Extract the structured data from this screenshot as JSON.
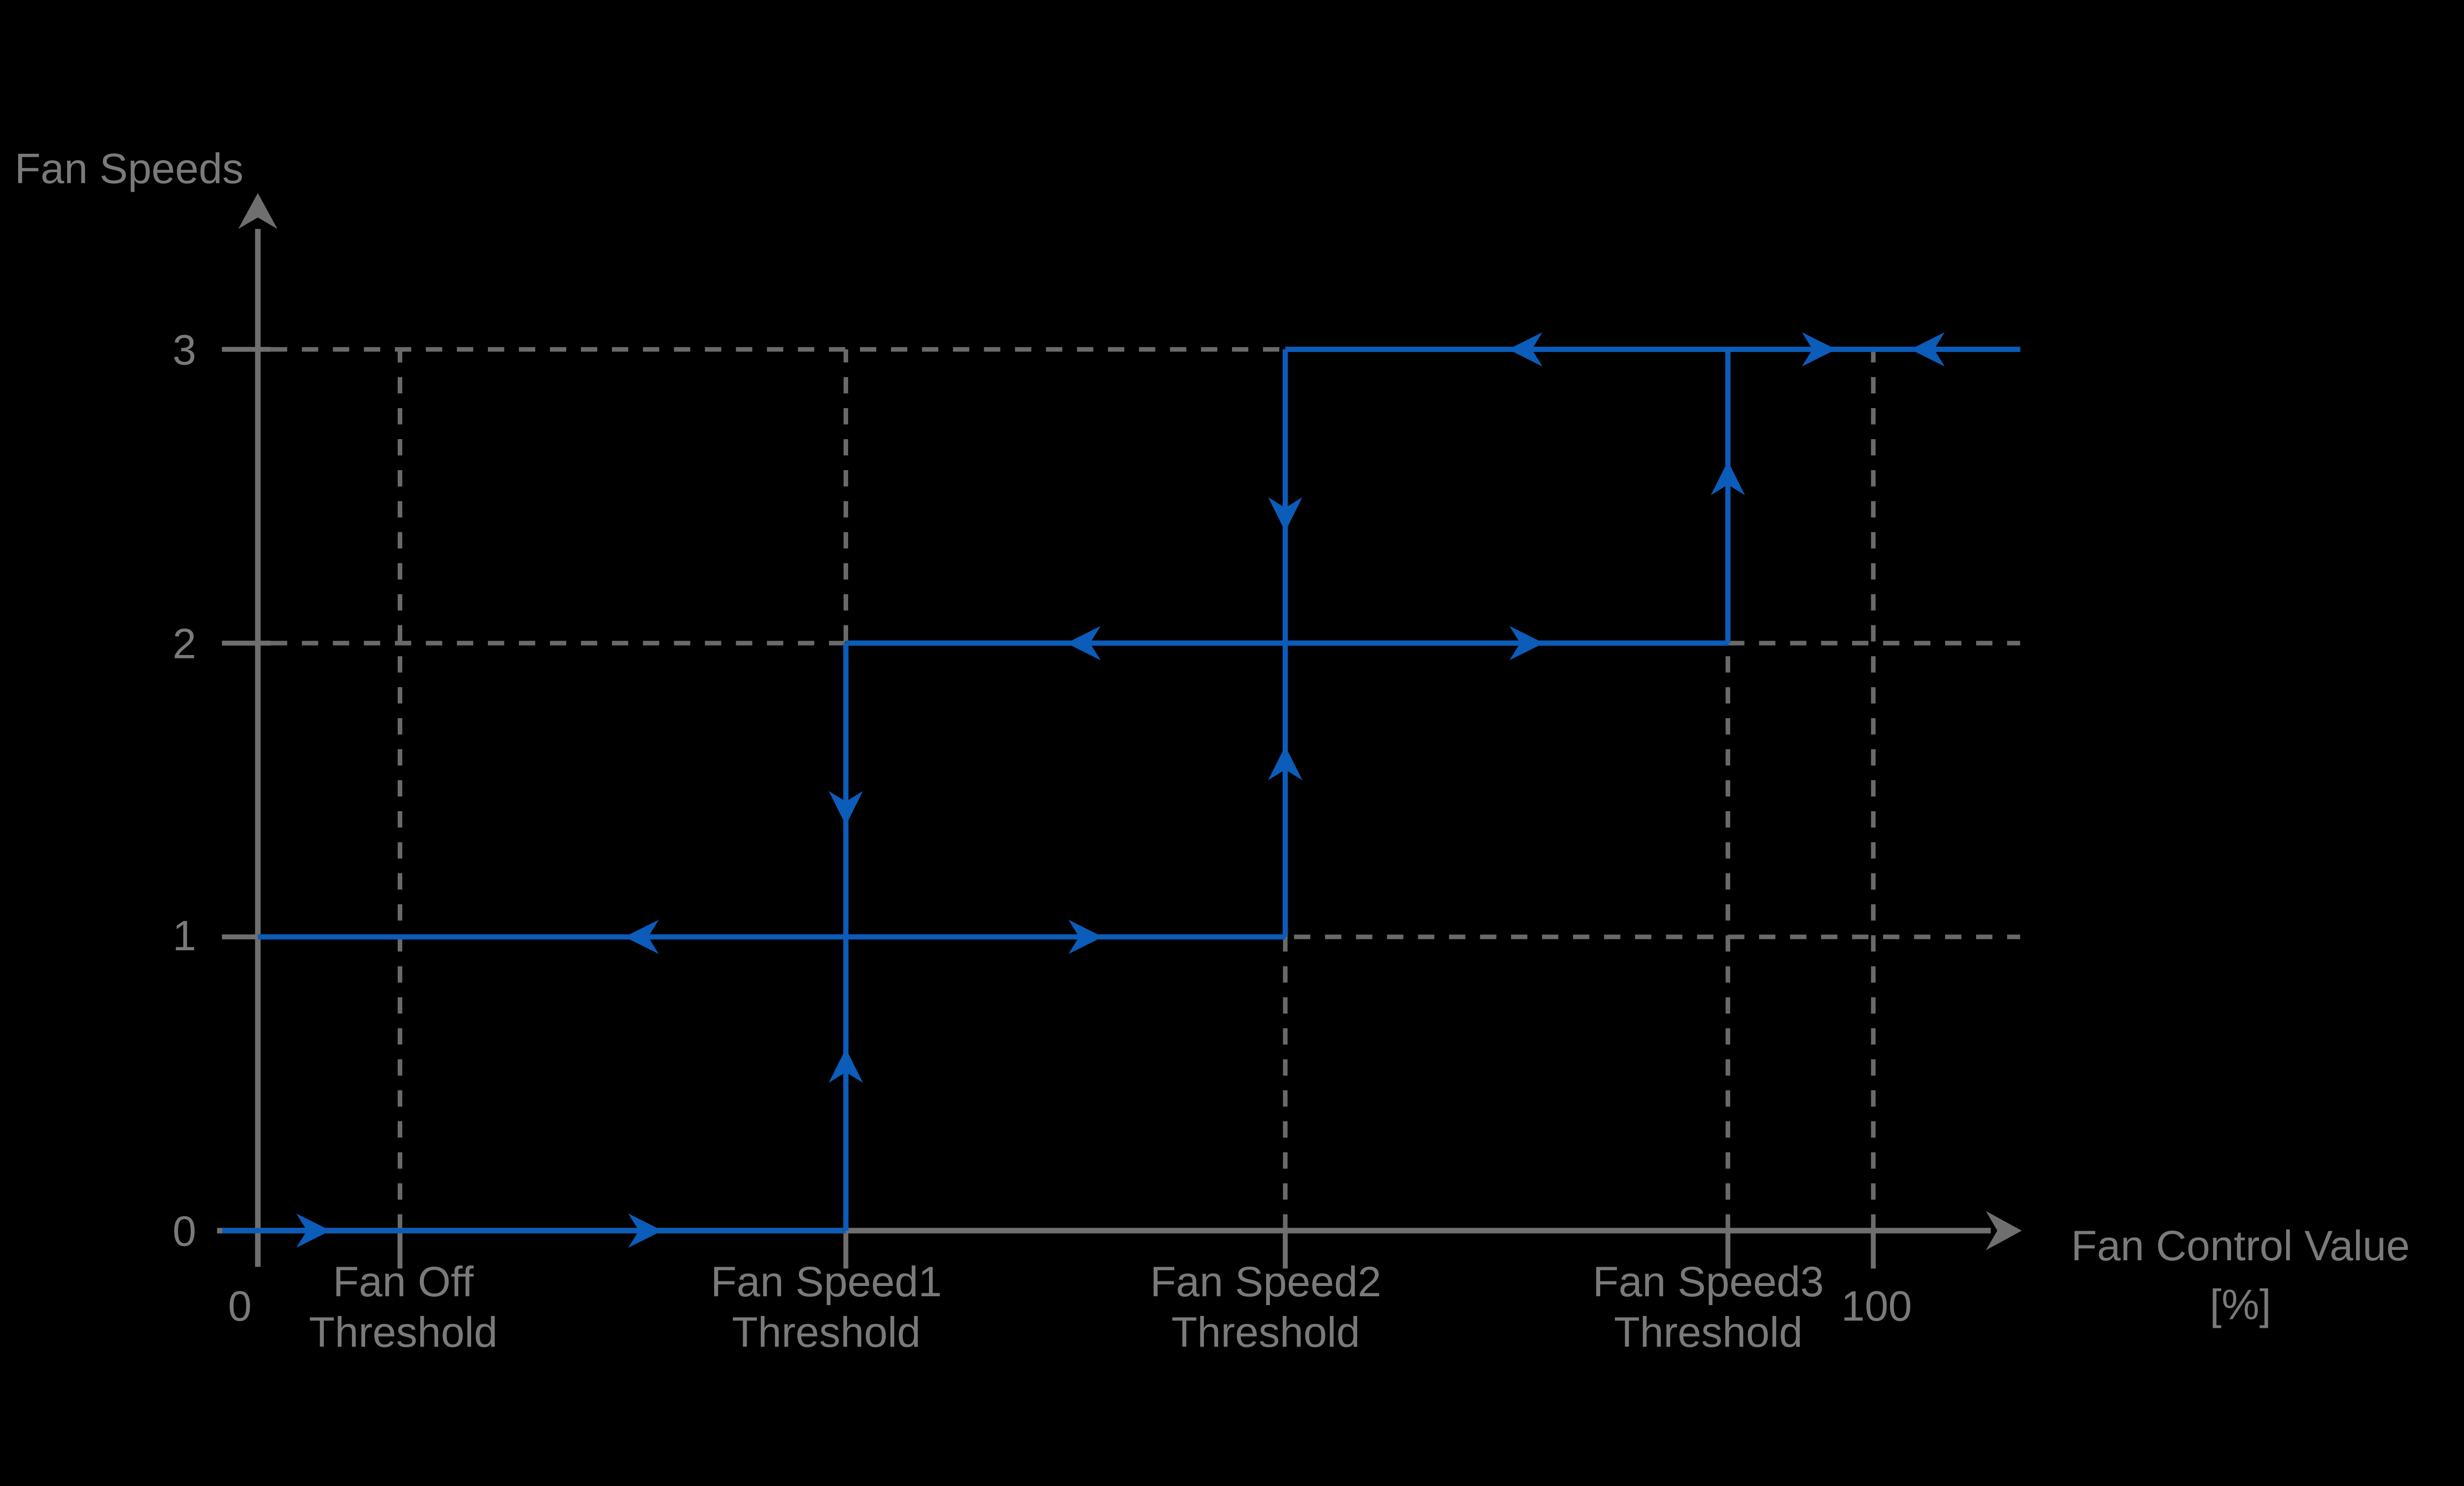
{
  "colors": {
    "background": "#000000",
    "line_blue": "#0c5cba",
    "axis_gray": "#6f6f6f",
    "grid_gray": "#6a6a6a",
    "text_gray": "#7a7a7a"
  },
  "chart_data": {
    "type": "line",
    "subtype": "hysteresis-step",
    "title": "Fan Speeds",
    "ylabel": "Fan Speeds",
    "xlabel_lines": [
      "Fan Control Value",
      "[%]"
    ],
    "y_tick_labels": [
      "0",
      "1",
      "2",
      "3"
    ],
    "y_levels": [
      0,
      1,
      2,
      3
    ],
    "x_origin_label": "0",
    "x_max_label": "100",
    "xlim": [
      0,
      100
    ],
    "ylim": [
      0,
      3
    ],
    "grid": "dashed",
    "legend_position": "none",
    "thresholds": [
      {
        "name_lines": [
          "Fan Off",
          "Threshold"
        ],
        "x_pct": 8.8,
        "label_dx": 2
      },
      {
        "name_lines": [
          "Fan Speed1",
          "Threshold"
        ],
        "x_pct": 36.4,
        "label_dx": -12
      },
      {
        "name_lines": [
          "Fan Speed2",
          "Threshold"
        ],
        "x_pct": 63.6,
        "label_dx": -12
      },
      {
        "name_lines": [
          "Fan Speed3",
          "Threshold"
        ],
        "x_pct": 91.0,
        "label_dx": -12
      }
    ],
    "gridlines_vertical_pct": [
      8.8,
      36.4,
      63.6,
      91.0,
      100
    ],
    "gridlines_horizontal_levels": [
      1,
      2,
      3
    ],
    "path_segments": [
      {
        "type": "h",
        "level": 0,
        "x1": -2.2,
        "x2": 36.4
      },
      {
        "type": "v",
        "x": 36.4,
        "l1": 0,
        "l2": 2
      },
      {
        "type": "h",
        "level": 1,
        "x1": 0,
        "x2": 63.6
      },
      {
        "type": "v",
        "x": 63.6,
        "l1": 1,
        "l2": 3
      },
      {
        "type": "h",
        "level": 2,
        "x1": 36.4,
        "x2": 91.0
      },
      {
        "type": "v",
        "x": 91.0,
        "l1": 2,
        "l2": 3
      },
      {
        "type": "h",
        "level": 3,
        "x1": 63.6,
        "x2": 109.1
      }
    ],
    "arrows": [
      {
        "axis": "h",
        "level": 0,
        "tip_pct": 4.5,
        "dir": "right"
      },
      {
        "axis": "h",
        "level": 0,
        "tip_pct": 25.05,
        "dir": "right"
      },
      {
        "axis": "h",
        "level": 1,
        "tip_pct": 22.7,
        "dir": "left"
      },
      {
        "axis": "h",
        "level": 1,
        "tip_pct": 52.3,
        "dir": "right"
      },
      {
        "axis": "h",
        "level": 2,
        "tip_pct": 50.05,
        "dir": "left"
      },
      {
        "axis": "h",
        "level": 2,
        "tip_pct": 79.6,
        "dir": "right"
      },
      {
        "axis": "h",
        "level": 3,
        "tip_pct": 77.4,
        "dir": "left"
      },
      {
        "axis": "h",
        "level": 3,
        "tip_pct": 97.7,
        "dir": "right"
      },
      {
        "axis": "h",
        "level": 3,
        "tip_pct": 102.3,
        "dir": "left"
      },
      {
        "axis": "v",
        "x_pct": 36.4,
        "tip_level": 0.62,
        "dir": "up"
      },
      {
        "axis": "v",
        "x_pct": 36.4,
        "tip_level": 1.38,
        "dir": "down"
      },
      {
        "axis": "v",
        "x_pct": 63.6,
        "tip_level": 1.65,
        "dir": "up"
      },
      {
        "axis": "v",
        "x_pct": 63.6,
        "tip_level": 2.38,
        "dir": "down"
      },
      {
        "axis": "v",
        "x_pct": 91.0,
        "tip_level": 2.62,
        "dir": "up"
      }
    ]
  }
}
